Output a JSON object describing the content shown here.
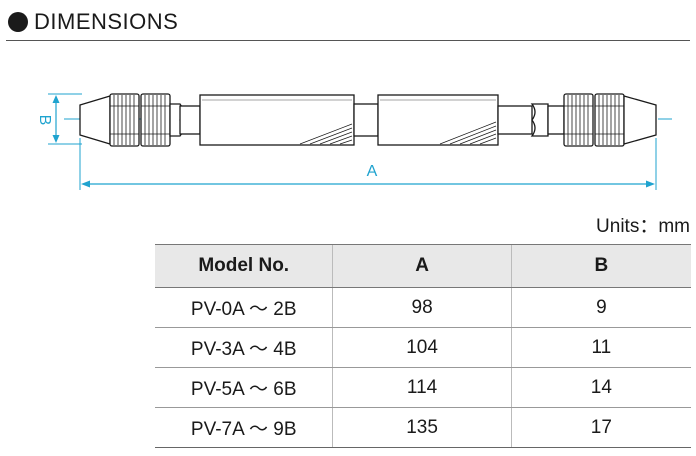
{
  "header": {
    "title": "DIMENSIONS"
  },
  "drawing": {
    "dimension_a_label": "A",
    "dimension_b_label": "B",
    "line_color": "#1fa3cf"
  },
  "units": "Units：mm",
  "table": {
    "columns": [
      "Model No.",
      "A",
      "B"
    ],
    "rows": [
      {
        "model": "PV-0A ～ 2B",
        "a": "98",
        "b": "9"
      },
      {
        "model": "PV-3A ～ 4B",
        "a": "104",
        "b": "11"
      },
      {
        "model": "PV-5A ～ 6B",
        "a": "114",
        "b": "14"
      },
      {
        "model": "PV-7A ～ 9B",
        "a": "135",
        "b": "17"
      }
    ]
  }
}
